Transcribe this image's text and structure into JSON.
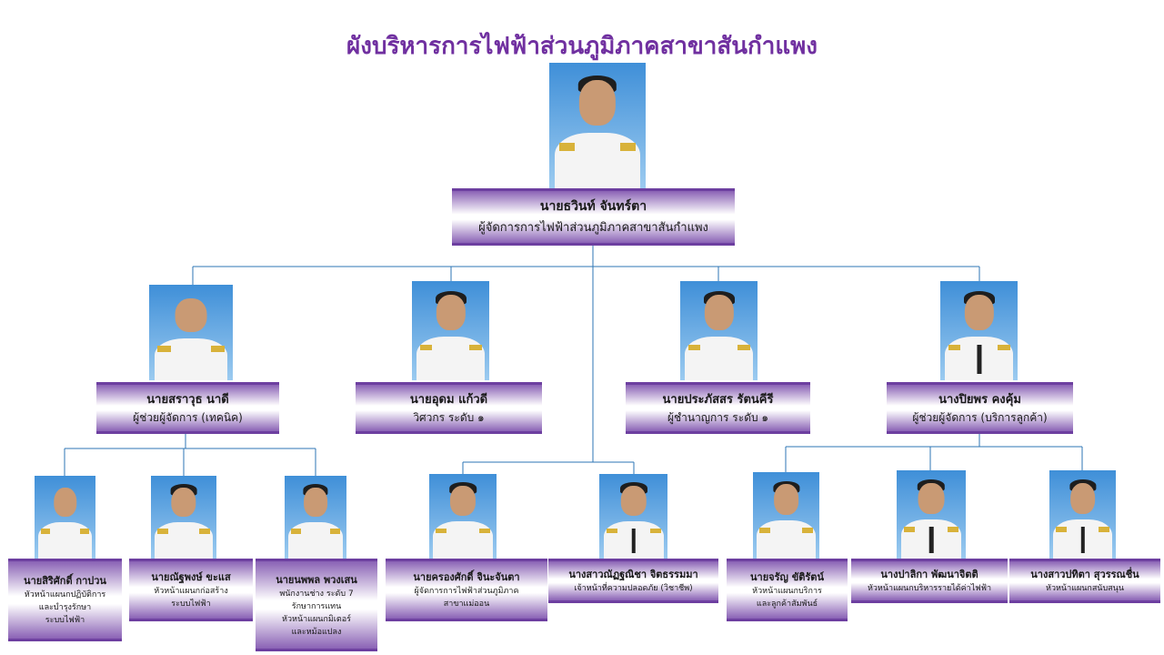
{
  "title": "ผังบริหารการไฟฟ้าส่วนภูมิภาคสาขาสันกำแพง",
  "manager": {
    "name": "นายธวินท์  จันทร์ตา",
    "position": "ผู้จัดการการไฟฟ้าส่วนภูมิภาคสาขาสันกำแพง"
  },
  "level2": [
    {
      "name": "นายสราวุธ  นาดี",
      "position": "ผู้ช่วยผู้จัดการ (เทคนิค)"
    },
    {
      "name": "นายอุดม  แก้วดี",
      "position": "วิศวกร ระดับ ๑"
    },
    {
      "name": "นายประภัสสร  รัตนคีรี",
      "position": "ผู้ชำนาญการ ระดับ ๑"
    },
    {
      "name": "นางปิยพร  คงคุ้ม",
      "position": "ผู้ช่วยผู้จัดการ (บริการลูกค้า)"
    }
  ],
  "level3": [
    {
      "name": "นายสิริศักดิ์  กาปวน",
      "lines": [
        "หัวหน้าแผนกปฏิบัติการ",
        "และบำรุงรักษา",
        "ระบบไฟฟ้า"
      ]
    },
    {
      "name": "นายณัฐพงษ์  ขะแส",
      "lines": [
        "หัวหน้าแผนกก่อสร้าง",
        "ระบบไฟฟ้า"
      ]
    },
    {
      "name": "นายนพพล  พวงเสน",
      "lines": [
        "พนักงานช่าง ระดับ 7",
        "รักษาการแทน",
        "หัวหน้าแผนกมิเตอร์",
        "และหม้อแปลง"
      ]
    },
    {
      "name": "นายครองศักดิ์  จินะจันตา",
      "lines": [
        "ผู้จัดการการไฟฟ้าส่วนภูมิภาค",
        "สาขาแม่ออน"
      ]
    },
    {
      "name": "นางสาวณัฏฐณิชา  จิตธรรมมา",
      "lines": [
        "เจ้าหน้าที่ความปลอดภัย (วิชาชีพ)"
      ]
    },
    {
      "name": "นายจรัญ  ขัติรัตน์",
      "lines": [
        "หัวหน้าแผนกบริการ",
        "และลูกค้าสัมพันธ์"
      ]
    },
    {
      "name": "นางปาลิกา  พัฒนาจิตติ",
      "lines": [
        "หัวหน้าแผนกบริหารรายได้ค่าไฟฟ้า"
      ]
    },
    {
      "name": "นางสาวปทิตา  สุวรรณชื่น",
      "lines": [
        "หัวหน้าแผนกสนับสนุน"
      ]
    }
  ]
}
